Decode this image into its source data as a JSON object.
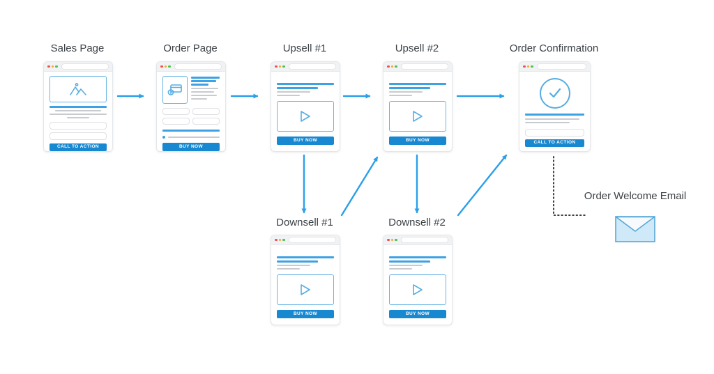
{
  "colors": {
    "arrow": "#2b9fe8",
    "button_bg": "#1888d1",
    "button_text": "#ffffff",
    "line_blue": "#3da2e3",
    "line_gray": "#c7cbd0",
    "card_border": "#e4e7ea",
    "titlebar_bg": "#f1f2f4",
    "dot_red": "#f0504f",
    "dot_yellow": "#f7a832",
    "dot_green": "#4dc153",
    "label_text": "#3c4146",
    "envelope_fill": "#cfe9f8",
    "envelope_border": "#56a8d8",
    "dotted_line": "#3c3c3c"
  },
  "nodes": [
    {
      "label": "Sales Page",
      "type": "sales",
      "button_label": "CALL TO ACTION"
    },
    {
      "label": "Order Page",
      "type": "order",
      "button_label": "BUY NOW"
    },
    {
      "label": "Upsell #1",
      "type": "video",
      "button_label": "BUY NOW"
    },
    {
      "label": "Upsell #2",
      "type": "video",
      "button_label": "BUY NOW"
    },
    {
      "label": "Order Confirmation",
      "type": "confirmation",
      "button_label": "CALL TO ACTION"
    },
    {
      "label": "Downsell #1",
      "type": "video",
      "button_label": "BUY NOW"
    },
    {
      "label": "Downsell #2",
      "type": "video",
      "button_label": "BUY NOW"
    }
  ],
  "email": {
    "label": "Order Welcome Email",
    "icon": "envelope-icon"
  },
  "arrows": [
    {
      "from": "Sales Page",
      "to": "Order Page",
      "style": "solid"
    },
    {
      "from": "Order Page",
      "to": "Upsell #1",
      "style": "solid"
    },
    {
      "from": "Upsell #1",
      "to": "Upsell #2",
      "style": "solid"
    },
    {
      "from": "Upsell #2",
      "to": "Order Confirmation",
      "style": "solid"
    },
    {
      "from": "Upsell #1",
      "to": "Downsell #1",
      "style": "solid"
    },
    {
      "from": "Upsell #2",
      "to": "Downsell #2",
      "style": "solid"
    },
    {
      "from": "Downsell #1",
      "to": "Upsell #2",
      "style": "solid"
    },
    {
      "from": "Downsell #2",
      "to": "Order Confirmation",
      "style": "solid"
    },
    {
      "from": "Order Confirmation",
      "to": "Order Welcome Email",
      "style": "dotted"
    }
  ]
}
